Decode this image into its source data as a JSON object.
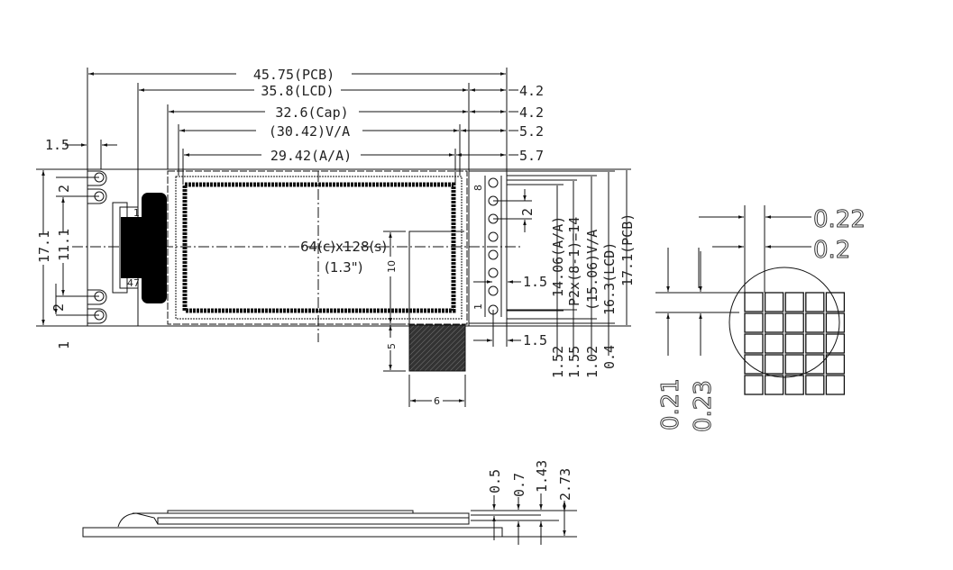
{
  "top_view": {
    "dims_horizontal": {
      "pcb": "45.75(PCB)",
      "lcd": "35.8(LCD)",
      "cap": "32.6(Cap)",
      "va": "(30.42)V/A",
      "aa": "29.42(A/A)",
      "r1": "4.2",
      "r2": "4.2",
      "r3": "5.2",
      "r4": "5.7",
      "left_margin": "1.5"
    },
    "dims_left": {
      "pcb_height": "17.1",
      "hole_span": "11.1",
      "pitch_top": "2",
      "pitch_bottom": "2",
      "bottom_offset": "1"
    },
    "dims_right": {
      "aa": "14.06(A/A)",
      "pitch": "P2x(8-1)=14",
      "va": "(15.06)V/A",
      "lcd": "16.3(LCD)",
      "pcb": "17.1(PCB)",
      "o1": "1.52",
      "o2": "1.55",
      "o3": "1.02",
      "o4": "0.4",
      "pin_pitch": "2",
      "pin_x": "1.5",
      "pin_y": "1.5",
      "pin_first": "1",
      "pin_last": "8"
    },
    "fpc_labels": {
      "first": "1",
      "last": "47"
    },
    "resolution": "64(c)x128(s)",
    "diagonal": "(1.3\")",
    "chip_dims": {
      "height_to_panel": "10",
      "height": "5",
      "width": "6"
    }
  },
  "side_view": {
    "dims": [
      "0.5",
      "0.7",
      "1.43",
      "2.73"
    ]
  },
  "pixel_detail": {
    "pitch_x": "0.22",
    "pixel_x": "0.2",
    "gap_y": "0.21",
    "pitch_y": "0.23"
  }
}
